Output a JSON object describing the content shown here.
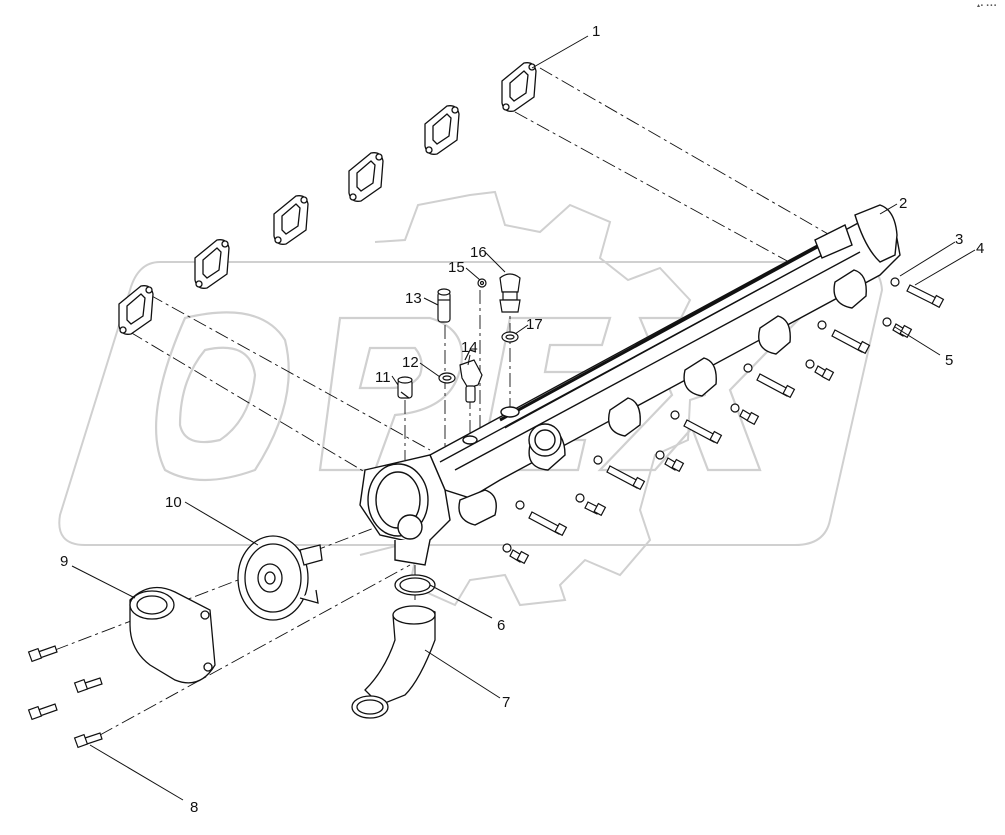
{
  "watermark": {
    "text": "OPEX",
    "color": "#d0d0d0"
  },
  "corner_mark": "▴∙ ∙∙∙",
  "colors": {
    "line": "#111111",
    "watermark": "#d0d0d0"
  },
  "callouts": [
    {
      "id": "1",
      "label": "1"
    },
    {
      "id": "2",
      "label": "2"
    },
    {
      "id": "3",
      "label": "3"
    },
    {
      "id": "4",
      "label": "4"
    },
    {
      "id": "5",
      "label": "5"
    },
    {
      "id": "6",
      "label": "6"
    },
    {
      "id": "7",
      "label": "7"
    },
    {
      "id": "8",
      "label": "8"
    },
    {
      "id": "9",
      "label": "9"
    },
    {
      "id": "10",
      "label": "10"
    },
    {
      "id": "11",
      "label": "11"
    },
    {
      "id": "12",
      "label": "12"
    },
    {
      "id": "13",
      "label": "13"
    },
    {
      "id": "14",
      "label": "14"
    },
    {
      "id": "15",
      "label": "15"
    },
    {
      "id": "16",
      "label": "16"
    },
    {
      "id": "17",
      "label": "17"
    }
  ]
}
